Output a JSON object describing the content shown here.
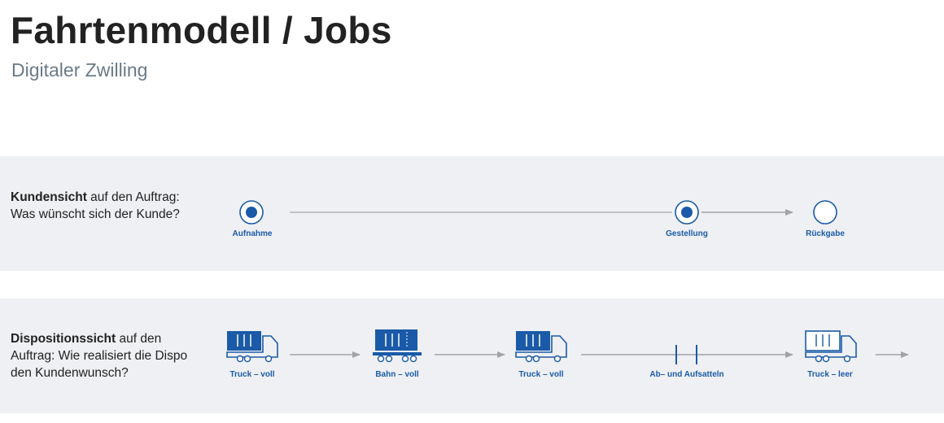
{
  "header": {
    "title": "Fahrtenmodell / Jobs",
    "subtitle": "Digitaler Zwilling"
  },
  "customer_view": {
    "label_bold": "Kundensicht",
    "label_rest": " auf den Auftrag: Was wünscht sich der Kunde?",
    "nodes": [
      {
        "label": "Aufnahme",
        "state": "filled"
      },
      {
        "label": "Gestellung",
        "state": "filled"
      },
      {
        "label": "Rückgabe",
        "state": "empty"
      }
    ]
  },
  "dispatch_view": {
    "label_bold": "Dispositionssicht",
    "label_rest": " auf den Auftrag: Wie realisiert die Dispo den Kundenwunsch?",
    "nodes": [
      {
        "label": "Truck – voll",
        "icon": "truck-full-icon"
      },
      {
        "label": "Bahn – voll",
        "icon": "rail-wagon-full-icon"
      },
      {
        "label": "Truck – voll",
        "icon": "truck-full-icon"
      },
      {
        "label": "Ab– und Aufsatteln",
        "icon": "transfer-bars-icon"
      },
      {
        "label": "Truck – leer",
        "icon": "truck-empty-icon"
      }
    ]
  },
  "colors": {
    "accent": "#1a5aa8",
    "band": "#eff0f3",
    "arrow": "#a0a3a8",
    "title": "#222222",
    "subtitle": "#6a7a86"
  }
}
